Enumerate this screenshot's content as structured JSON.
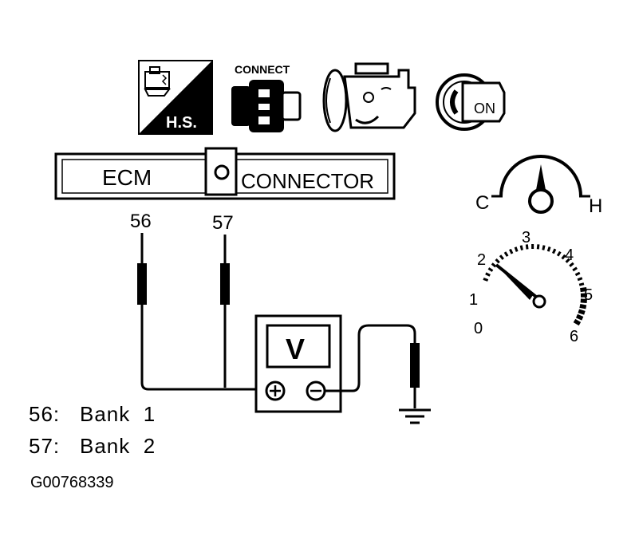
{
  "icons": {
    "hs_label": "H.S.",
    "connect_label": "CONNECT",
    "ignition_label": "ON"
  },
  "ecm_connector": {
    "left_label": "ECM",
    "right_label": "CONNECTOR"
  },
  "terminals": {
    "a": "56",
    "b": "57"
  },
  "voltmeter": {
    "symbol": "V",
    "plus": "+",
    "minus": "−"
  },
  "temperature_gauge": {
    "cold_label": "C",
    "hot_label": "H"
  },
  "tachometer": {
    "scale": [
      "0",
      "1",
      "2",
      "3",
      "4",
      "5",
      "6"
    ]
  },
  "legend": [
    {
      "terminal": "56:",
      "description": "Bank  1"
    },
    {
      "terminal": "57:",
      "description": "Bank  2"
    }
  ],
  "figure_code": "G00768339"
}
